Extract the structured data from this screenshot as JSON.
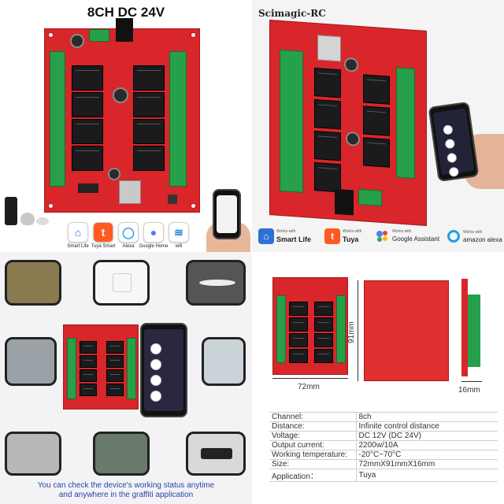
{
  "colors": {
    "board": "#d8262a",
    "terminal": "#26a04a",
    "relay": "#1b1b1e"
  },
  "q1": {
    "title": "8CH DC 24V",
    "apps": [
      {
        "label": "Smart Life",
        "icon": "home-icon",
        "color": "#2f6fd6"
      },
      {
        "label": "Tuya Smart",
        "icon": "tuya-icon",
        "color": "#ff5a1f"
      },
      {
        "label": "Alexa",
        "icon": "alexa-icon",
        "color": "#1ea1e5"
      },
      {
        "label": "Google Home",
        "icon": "google-home-icon",
        "color": "#4285f4"
      },
      {
        "label": "wifi",
        "icon": "wifi-icon",
        "color": "#1a7fe0"
      }
    ]
  },
  "q2": {
    "brand": "Scimagic-RC",
    "logos": [
      {
        "small": "Works with",
        "name": "Smart Life",
        "icon": "home-icon",
        "color": "#2f6fd6"
      },
      {
        "small": "Works with",
        "name": "Tuya",
        "icon": "tuya-icon",
        "color": "#ff5a1f"
      },
      {
        "small": "Works with",
        "name": "Google Assistant",
        "icon": "google-assistant-icon",
        "color": "#4285f4"
      },
      {
        "small": "Works with",
        "name": "amazon alexa",
        "icon": "alexa-icon",
        "color": "#1ea1e5"
      }
    ]
  },
  "q3": {
    "caption_line1": "You can check the device's working status anytime",
    "caption_line2": "and anywhere in the graffiti application"
  },
  "q4": {
    "dim_width": "72mm",
    "dim_height": "91mm",
    "dim_depth": "16mm",
    "specs": [
      {
        "key": "Channel:",
        "value": "8ch"
      },
      {
        "key": "Distance:",
        "value": "Infinite control distance"
      },
      {
        "key": "Voltage:",
        "value": "DC 12V  (DC 24V)"
      },
      {
        "key": "Output current:",
        "value": "2200w/10A"
      },
      {
        "key": "Working temperature:",
        "value": "-20°C~70°C"
      },
      {
        "key": "Size:",
        "value": "72mmX91mmX16mm"
      },
      {
        "key": "Application：",
        "value": "Tuya"
      }
    ]
  }
}
